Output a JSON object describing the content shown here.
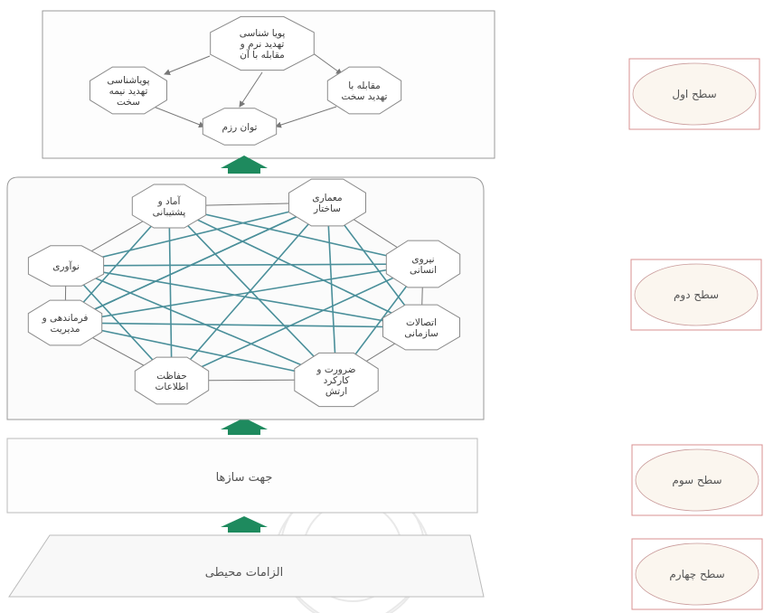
{
  "colors": {
    "teal_link": "#4a8f9a",
    "arrow_green": "#1e8a5e",
    "outline": "#8a8a8a",
    "level_badge_border": "#d89090",
    "level_badge_fill": "#fbf6ef"
  },
  "levels": [
    {
      "id": "level-1",
      "label": "سطح اول"
    },
    {
      "id": "level-2",
      "label": "سطح دوم"
    },
    {
      "id": "level-3",
      "label": "سطح سوم"
    },
    {
      "id": "level-4",
      "label": "سطح چهارم"
    }
  ],
  "level1_nodes": [
    {
      "id": "dynamics-soft",
      "lines": [
        "پویا شناسی",
        "تهدید نرم و",
        "مقابله با آن"
      ]
    },
    {
      "id": "dynamics-semi",
      "lines": [
        "پویاشناسی",
        "تهدید نیمه",
        "سخت"
      ]
    },
    {
      "id": "counter-hard",
      "lines": [
        "مقابله با",
        "تهدید سخت"
      ]
    },
    {
      "id": "combat-power",
      "lines": [
        "توان رزم"
      ]
    }
  ],
  "level2_nodes": [
    {
      "id": "training",
      "lines": [
        "آماد و",
        "پشتیبانی"
      ]
    },
    {
      "id": "architecture",
      "lines": [
        "معماری",
        "ساختار"
      ]
    },
    {
      "id": "innovation",
      "lines": [
        "نوآوری"
      ]
    },
    {
      "id": "manpower",
      "lines": [
        "نیروی",
        "انسانی"
      ]
    },
    {
      "id": "command",
      "lines": [
        "فرماندهی و",
        "مدیریت"
      ]
    },
    {
      "id": "communication",
      "lines": [
        "اتصالات",
        "سازمانی"
      ]
    },
    {
      "id": "info-protection",
      "lines": [
        "حفاظت",
        "اطلاعات"
      ]
    },
    {
      "id": "necessity",
      "lines": [
        "ضرورت و",
        "کارکرد",
        "ارتش"
      ]
    }
  ],
  "level3_label": "جهت سازها",
  "level4_label": "الزامات محیطی"
}
